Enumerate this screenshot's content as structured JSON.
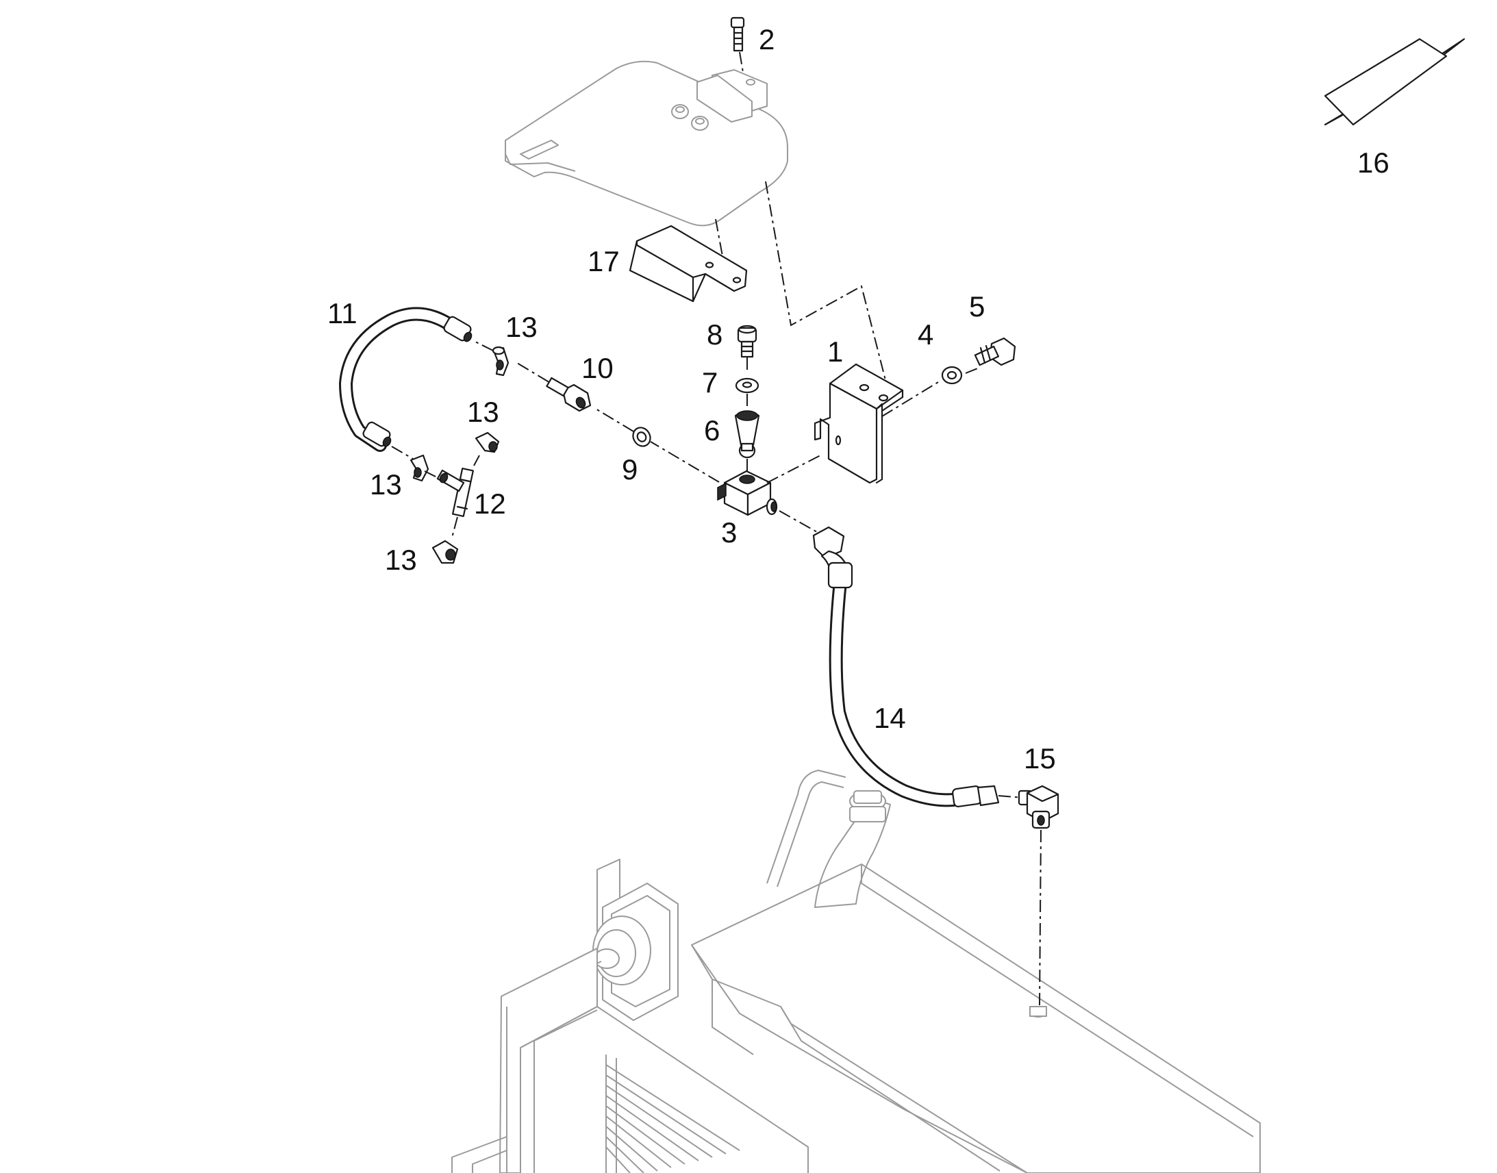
{
  "callouts": [
    {
      "id": "1",
      "text": "1"
    },
    {
      "id": "2",
      "text": "2"
    },
    {
      "id": "3",
      "text": "3"
    },
    {
      "id": "4",
      "text": "4"
    },
    {
      "id": "5",
      "text": "5"
    },
    {
      "id": "6",
      "text": "6"
    },
    {
      "id": "7",
      "text": "7"
    },
    {
      "id": "8",
      "text": "8"
    },
    {
      "id": "9",
      "text": "9"
    },
    {
      "id": "10",
      "text": "10"
    },
    {
      "id": "11",
      "text": "11"
    },
    {
      "id": "12",
      "text": "12"
    },
    {
      "id": "13a",
      "text": "13"
    },
    {
      "id": "13b",
      "text": "13"
    },
    {
      "id": "13c",
      "text": "13"
    },
    {
      "id": "13d",
      "text": "13"
    },
    {
      "id": "14",
      "text": "14"
    },
    {
      "id": "15",
      "text": "15"
    },
    {
      "id": "16",
      "text": "16"
    },
    {
      "id": "17",
      "text": "17"
    }
  ]
}
